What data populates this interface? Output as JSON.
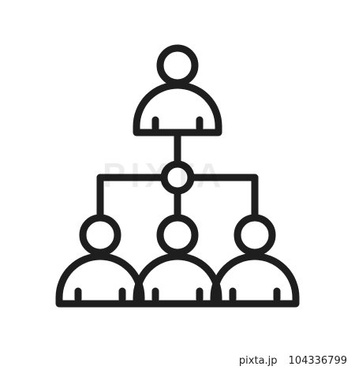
{
  "watermark": {
    "text": "PIXTA"
  },
  "footer": {
    "site": "pixta.jp",
    "image_number": "104336799"
  },
  "colors": {
    "stroke": "#1e1e1e",
    "background": "#ffffff"
  },
  "icon": {
    "name": "organization-hierarchy-icon"
  }
}
